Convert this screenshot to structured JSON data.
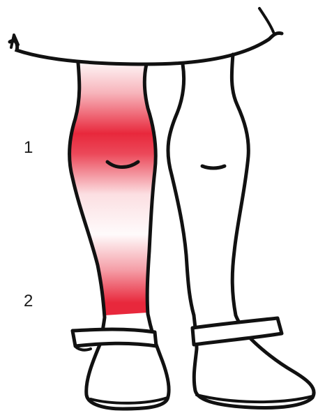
{
  "callouts": {
    "one": "1",
    "two": "2"
  },
  "colors": {
    "outline": "#111111",
    "highlight": "#e8283c",
    "highlight_fade": "#ffffff",
    "skin": "#ffffff"
  },
  "highlight_regions": [
    {
      "label": "1",
      "intensity": 1.0
    },
    {
      "label": "2",
      "intensity": 1.0
    }
  ]
}
